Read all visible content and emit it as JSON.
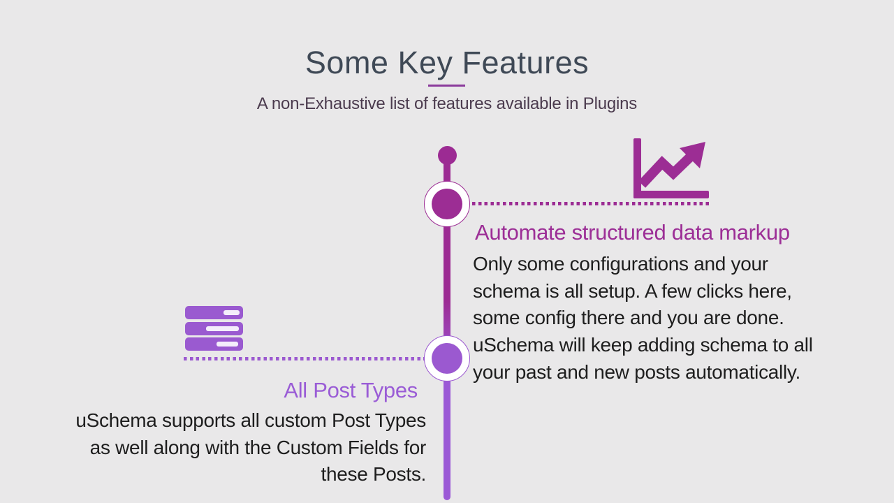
{
  "slide": {
    "title": "Some Key Features",
    "subtitle": "A non-Exhaustive list of features available in Plugins"
  },
  "features": [
    {
      "heading": "Automate structured data markup",
      "body": "Only some configurations and your\nschema is all setup. A few clicks here,\nsome config there and you are done.\nuSchema will keep adding schema to all\nyour past and new posts automatically.",
      "icon": "line-chart-icon",
      "accent_color": "#9c2d94"
    },
    {
      "heading": "All Post Types",
      "body": "uSchema supports all custom Post Types\nas well along with the Custom Fields for\nthese Posts.",
      "icon": "server-icon",
      "accent_color": "#9b59d0"
    }
  ],
  "colors": {
    "background": "#e9e8e9",
    "title_text": "#3f4956",
    "subtitle_text": "#4b3b4e",
    "underline": "#8b3a9b",
    "magenta_accent": "#9c2d94",
    "purple_accent": "#9b59d0",
    "body_text": "#1e1e1e"
  }
}
